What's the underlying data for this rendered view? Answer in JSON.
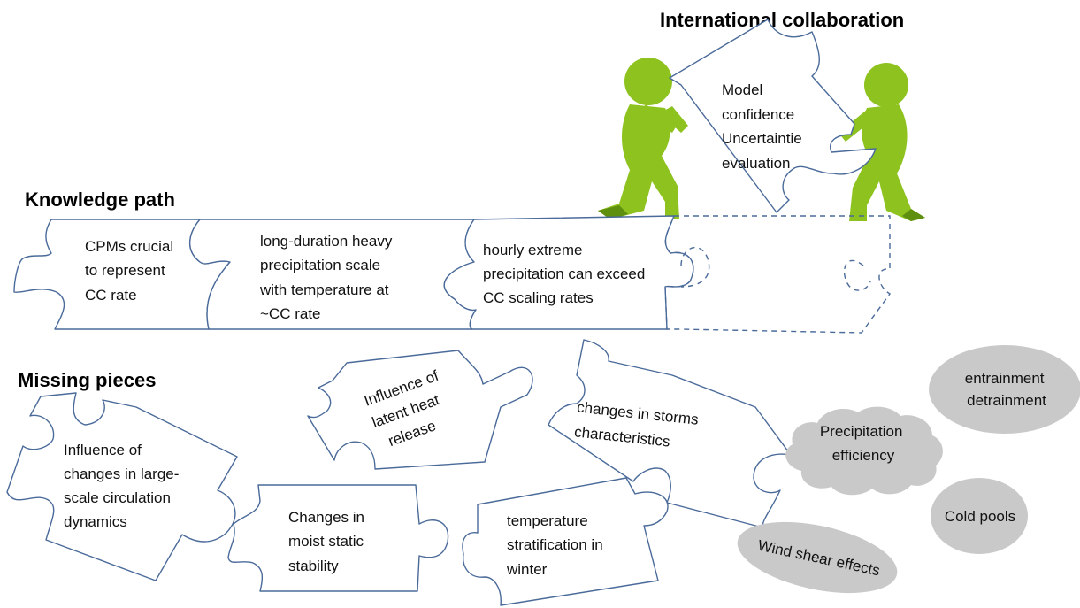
{
  "titles": {
    "international": "International collaboration",
    "knowledge": "Knowledge path",
    "missing": "Missing pieces"
  },
  "top_piece": [
    "Model",
    "confidence",
    "Uncertaintie",
    "evaluation"
  ],
  "knowledge_pieces": [
    [
      "CPMs crucial",
      "to represent",
      "CC rate"
    ],
    [
      "long-duration heavy",
      "precipitation scale",
      "with temperature at",
      "~CC rate"
    ],
    [
      "hourly extreme",
      "precipitation can exceed",
      "CC scaling rates"
    ]
  ],
  "missing_pieces": [
    [
      "Influence of",
      "changes in large-",
      "scale circulation",
      "dynamics"
    ],
    [
      "Influence of",
      "latent heat",
      "release"
    ],
    [
      "changes in storms",
      "characteristics"
    ],
    [
      "Changes in",
      "moist static",
      "stability"
    ],
    [
      "temperature",
      "stratification in",
      "winter"
    ]
  ],
  "clouds": {
    "entrainment": [
      "entrainment",
      "detrainment"
    ],
    "precip_eff": [
      "Precipitation",
      "efficiency"
    ],
    "cold_pools": "Cold pools",
    "wind_shear": "Wind shear effects"
  },
  "colors": {
    "outline": "#4a6a9a",
    "figure": "#8dc21f",
    "cloud": "#c9c9c9"
  }
}
